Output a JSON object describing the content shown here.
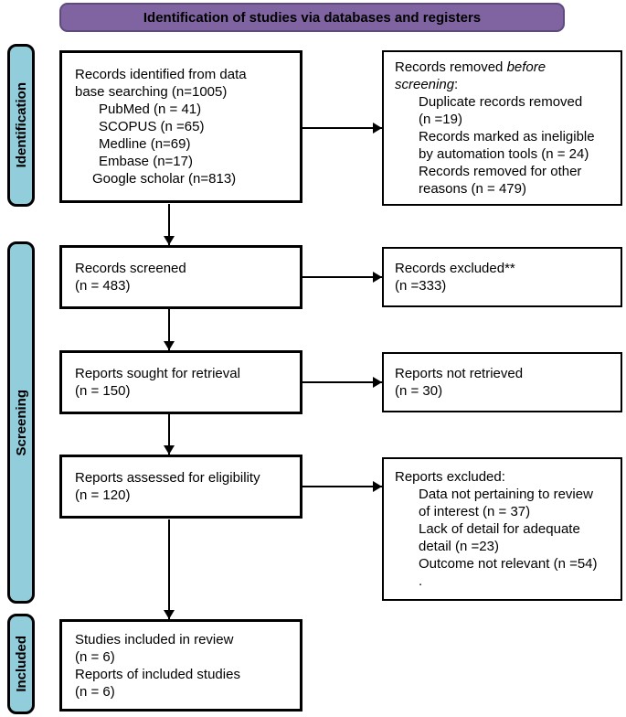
{
  "title_bar": {
    "label": "Identification of studies via databases and registers"
  },
  "sidebar": {
    "identification": "Identification",
    "screening": "Screening",
    "included": "Included"
  },
  "colors": {
    "header_fill": "#8064A2",
    "header_border": "#5F4A7E",
    "stage_fill": "#92CDDC",
    "box_border": "#000000"
  },
  "boxes": {
    "records_identified": {
      "lines": [
        "Records identified from data",
        "base searching (n=1005)",
        "PubMed (n = 41)",
        "SCOPUS (n =65)",
        "Medline (n=69)",
        "Embase (n=17)",
        "Google scholar (n=813)"
      ]
    },
    "records_removed": {
      "line1_regular": "Records removed ",
      "line1_italic": "before",
      "line2_italic": "screening",
      "line2_suffix": ":",
      "items": [
        "Duplicate records removed",
        "(n =19)",
        "Records marked as ineligible",
        "by automation tools (n = 24)",
        "Records removed for other",
        "reasons (n = 479)"
      ]
    },
    "records_screened": {
      "lines": [
        "Records screened",
        "(n = 483)"
      ]
    },
    "records_excluded": {
      "lines": [
        "Records excluded**",
        "(n =333)"
      ]
    },
    "reports_sought": {
      "lines": [
        "Reports sought for retrieval",
        "(n = 150)"
      ]
    },
    "reports_not_retrieved": {
      "lines": [
        "Reports not retrieved",
        "(n = 30)"
      ]
    },
    "reports_assessed": {
      "lines": [
        "Reports assessed for eligibility",
        "(n = 120)"
      ]
    },
    "reports_excluded": {
      "heading": "Reports excluded:",
      "items": [
        "Data not pertaining to review",
        "of interest (n = 37)",
        "Lack of detail for adequate",
        "detail (n =23)",
        "Outcome not relevant (n =54)",
        "."
      ]
    },
    "studies_included": {
      "lines": [
        "Studies included in review",
        "(n = 6)",
        "Reports of included studies",
        "(n = 6)"
      ]
    }
  }
}
